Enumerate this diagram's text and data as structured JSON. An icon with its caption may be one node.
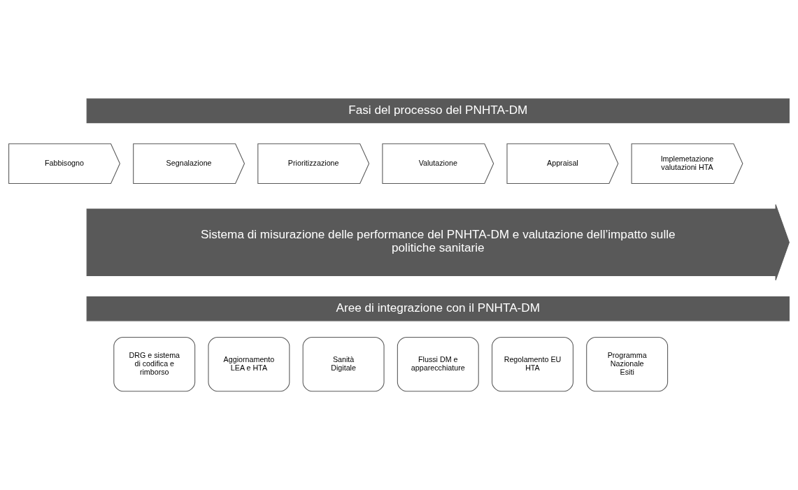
{
  "diagram": {
    "nodes": [
      {
        "text": [
          "Fasi del processo del PNHTA-DM"
        ]
      },
      {
        "text": [
          "Fabbisogno"
        ]
      },
      {
        "text": [
          "Segnalazione"
        ]
      },
      {
        "text": [
          "Prioritizzazione"
        ]
      },
      {
        "text": [
          "Valutazione"
        ]
      },
      {
        "text": [
          "Appraisal"
        ]
      },
      {
        "text": [
          "Implemetazione valutazioni HTA"
        ]
      },
      {
        "text": [
          "Sistema di misurazione delle performance del PNHTA-DM e valutazione dell’impatto sulle politiche sanitarie"
        ]
      },
      {
        "text": [
          "Aree di integrazione con il PNHTA-DM"
        ]
      },
      {
        "text": [
          "DRG e sistema di codifica e rimborso"
        ]
      },
      {
        "text": [
          "Aggiornamento LEA e HTA"
        ]
      },
      {
        "text": [
          "Sanità Digitale"
        ]
      },
      {
        "text": [
          "Flussi DM e apparecchiature"
        ]
      },
      {
        "text": [
          "Regolamento EU HTA"
        ]
      },
      {
        "text": [
          "Programma Nazionale Esiti"
        ]
      }
    ],
    "edges": []
  }
}
